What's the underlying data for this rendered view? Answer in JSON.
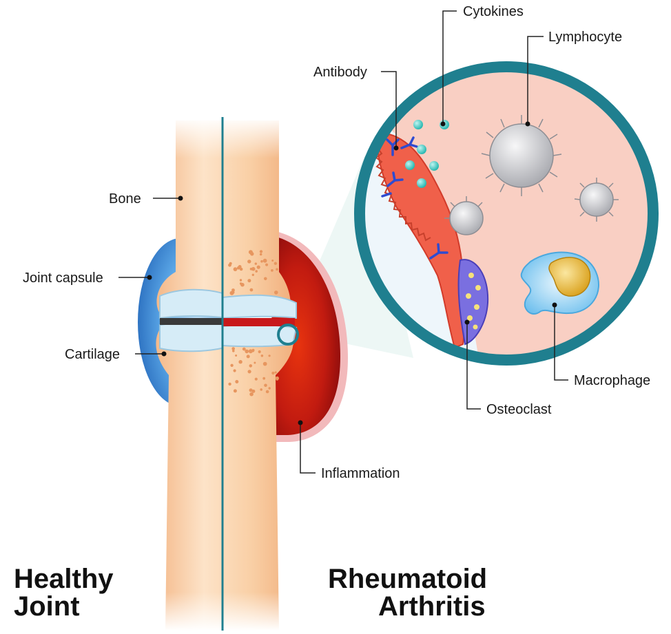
{
  "labels": {
    "bone": "Bone",
    "joint_capsule": "Joint capsule",
    "cartilage": "Cartilage",
    "antibody": "Antibody",
    "cytokines": "Cytokines",
    "lymphocyte": "Lymphocyte",
    "macrophage": "Macrophage",
    "osteoclast": "Osteoclast",
    "inflammation": "Inflammation"
  },
  "titles": {
    "healthy_line1": "Healthy",
    "healthy_line2": "Joint",
    "ra_line1": "Rheumatoid",
    "ra_line2": "Arthritis"
  },
  "colors": {
    "bone": "#f7c79a",
    "bone_light": "#fde3c8",
    "capsule_blue": "#3f8fd6",
    "cartilage": "#cfe6f2",
    "inflammation_dark": "#9e1010",
    "inflammation_mid": "#d42a12",
    "circle_border": "#1f7f8f",
    "circle_fill": "#f9cfc3",
    "synovium": "#f0604a",
    "cytokine": "#2ec7c0",
    "osteoclast": "#7a6fe0",
    "macrophage_nucleus": "#e8b21e"
  }
}
